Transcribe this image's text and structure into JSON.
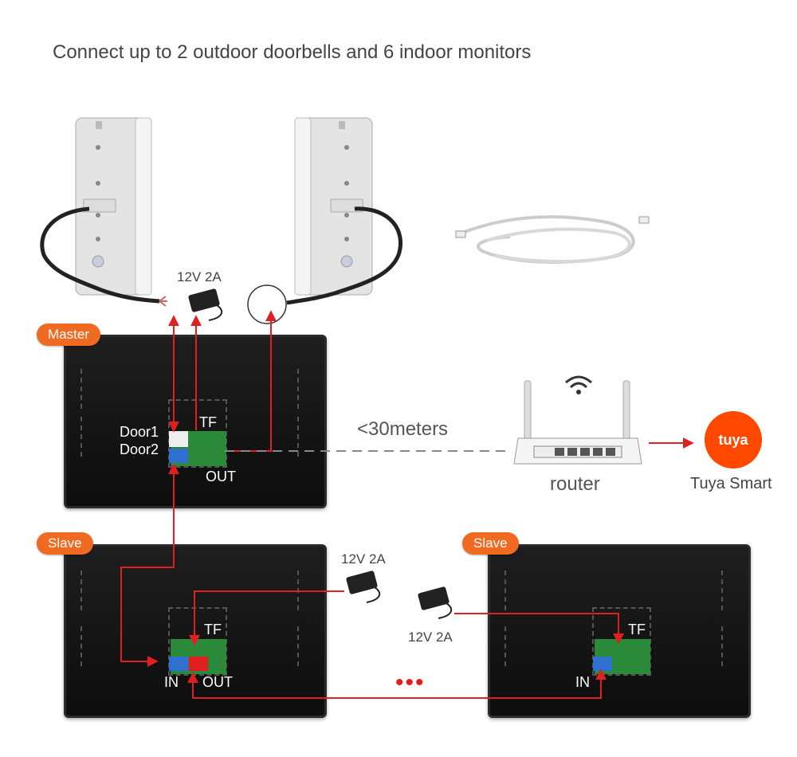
{
  "headline": "Connect up to 2 outdoor doorbells and 6 indoor monitors",
  "power_labels": [
    "12V 2A",
    "12V 2A",
    "12V 2A"
  ],
  "master": {
    "badge": "Master",
    "door1": "Door1",
    "door2": "Door2",
    "tf": "TF",
    "out": "OUT"
  },
  "slave_left": {
    "badge": "Slave",
    "tf": "TF",
    "in": "IN",
    "out": "OUT"
  },
  "slave_right": {
    "badge": "Slave",
    "tf": "TF",
    "in": "IN"
  },
  "distance": "<30meters",
  "router": "router",
  "tuya": {
    "logo": "tuya",
    "label": "Tuya Smart"
  },
  "colors": {
    "accent": "#f06a22",
    "wire": "#e02020",
    "tuya": "#ff4800"
  },
  "icons": [
    "wifi-icon",
    "power-adapter-icon",
    "cable-icon",
    "doorbell-icon",
    "monitor-icon",
    "router-icon"
  ]
}
